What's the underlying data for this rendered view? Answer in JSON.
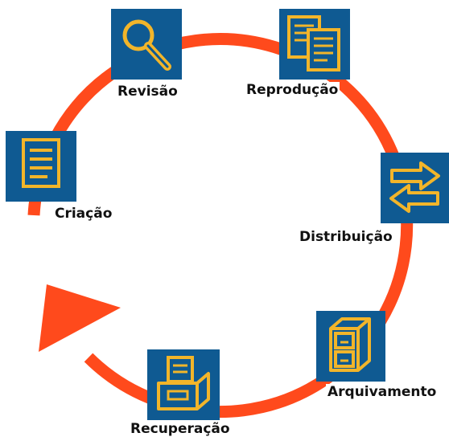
{
  "colors": {
    "cycle_arrow": "#ff4a1c",
    "icon_background": "#0f5a92",
    "icon_stroke": "#f2b52a"
  },
  "stages": [
    {
      "id": "criacao",
      "label": "Criação",
      "icon": "document-icon"
    },
    {
      "id": "revisao",
      "label": "Revisão",
      "icon": "magnifier-icon"
    },
    {
      "id": "reproducao",
      "label": "Reprodução",
      "icon": "copies-icon"
    },
    {
      "id": "distribuicao",
      "label": "Distribuição",
      "icon": "exchange-arrows-icon"
    },
    {
      "id": "arquivamento",
      "label": "Arquivamento",
      "icon": "filing-cabinet-icon"
    },
    {
      "id": "recuperacao",
      "label": "Recuperação",
      "icon": "open-drawer-icon"
    }
  ]
}
